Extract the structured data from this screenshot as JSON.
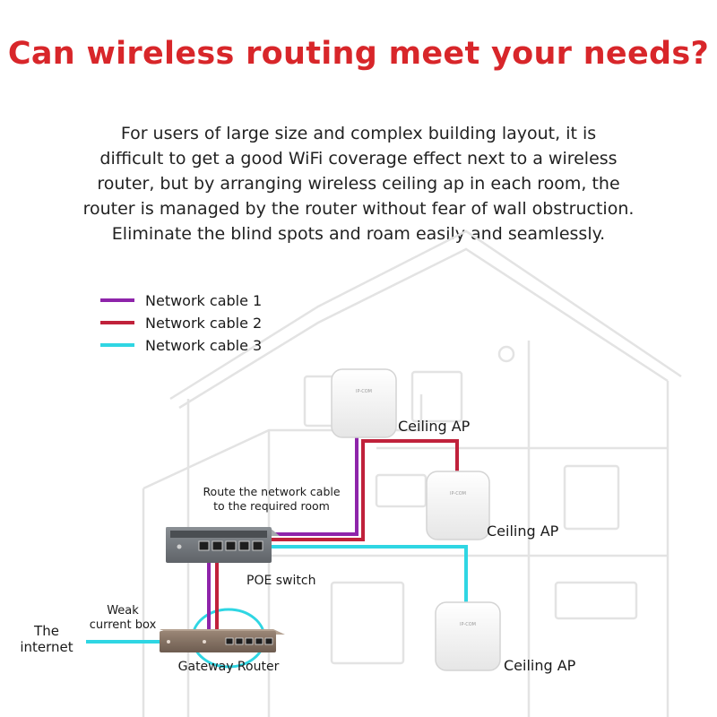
{
  "title": "Can wireless routing meet your needs?",
  "description": [
    "For users of large size and complex building layout, it is",
    "difficult to get a good WiFi coverage effect next to a wireless",
    "router, but by arranging wireless ceiling ap in each room, the",
    "router is managed by the router without fear of wall obstruction.",
    "Eliminate the blind spots and roam easily and seamlessly."
  ],
  "legend": [
    {
      "label": "Network cable 1",
      "color": "#8e24aa"
    },
    {
      "label": "Network cable 2",
      "color": "#c0213b"
    },
    {
      "label": "Network cable 3",
      "color": "#2fd6e3"
    }
  ],
  "labels": {
    "ap1": "Ceiling AP",
    "ap2": "Ceiling AP",
    "ap3": "Ceiling AP",
    "route_line1": "Route the network cable",
    "route_line2": "to the required room",
    "poe_switch": "POE switch",
    "weak_line1": "Weak",
    "weak_line2": "current box",
    "internet_line1": "The",
    "internet_line2": "internet",
    "gateway": "Gateway Router"
  },
  "device_brand": "IP-COM"
}
